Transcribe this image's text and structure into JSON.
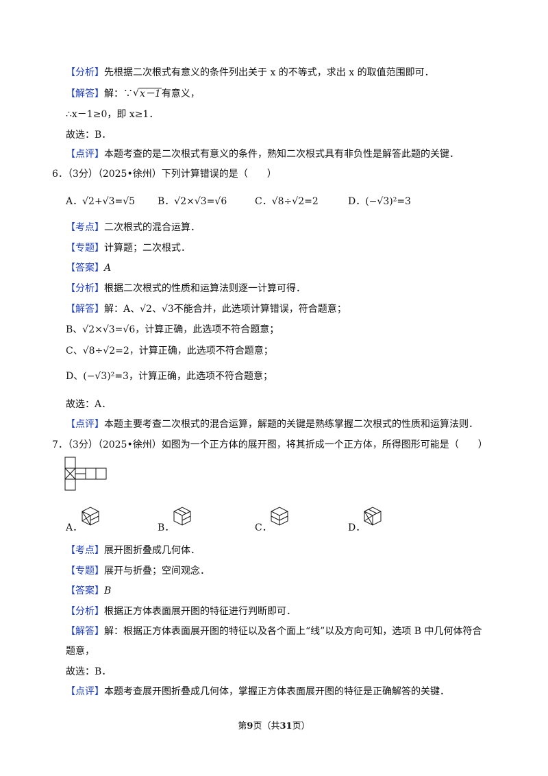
{
  "q5": {
    "analysis_tag": "【分析】",
    "analysis_text": "先根据二次根式有意义的条件列出关于 x 的不等式，求出 x 的取值范围即可．",
    "answer_tag": "【解答】",
    "answer_text_pre": "解：∵",
    "answer_radicand": "x－1",
    "answer_text_post": "有意义，",
    "line_therefore": "∴x－1≥0，即 x≥1．",
    "choice_line": "故选：B．",
    "comment_tag": "【点评】",
    "comment_text": "本题考查的是二次根式有意义的条件，熟知二次根式具有非负性是解答此题的关键．"
  },
  "q6": {
    "stem": "6．（3分）（2025•徐州）下列计算错误的是（　　）",
    "options": {
      "A": "A．√2+√3=√5",
      "B": "B．√2×√3=√6",
      "C": "C．√8÷√2=2",
      "D": "D．(−√3)²=3"
    },
    "kaodian_tag": "【考点】",
    "kaodian_text": "二次根式的混合运算．",
    "zhuanti_tag": "【专题】",
    "zhuanti_text": "计算题；二次根式．",
    "daan_tag": "【答案】",
    "daan_text": "A",
    "analysis_tag": "【分析】",
    "analysis_text": "根据二次根式的性质和运算法则逐一计算可得．",
    "answer_tag": "【解答】",
    "answer_A": "解：A、√2、√3不能合并，此选项计算错误，符合题意；",
    "answer_B": "B、√2×√3=√6，计算正确，此选项不符合题意；",
    "answer_C": "C、√8÷√2=2，计算正确，此选项不符合题意；",
    "answer_D": "D、(−√3)²=3，计算正确，此选项不符合题意；",
    "choice_line": "故选：A．",
    "comment_tag": "【点评】",
    "comment_text": "本题主要考查二次根式的混合运算，解题的关键是熟练掌握二次根式的性质和运算法则．"
  },
  "q7": {
    "stem": "7．（3分）（2025•徐州）如图为一个正方体的展开图，将其折成一个正方体，所得图形可能是（　　）",
    "option_labels": [
      "A．",
      "B．",
      "C．",
      "D．"
    ],
    "kaodian_tag": "【考点】",
    "kaodian_text": "展开图折叠成几何体．",
    "zhuanti_tag": "【专题】",
    "zhuanti_text": "展开与折叠；空间观念．",
    "daan_tag": "【答案】",
    "daan_text": "B",
    "analysis_tag": "【分析】",
    "analysis_text": "根据正方体表面展开图的特征进行判断即可．",
    "answer_tag": "【解答】",
    "answer_text_1": "解：根据正方体表面展开图的特征以及各个面上“线”以及方向可知，选项 B 中几何体符合",
    "answer_text_2": "题意，",
    "choice_line": "故选：B．",
    "comment_tag": "【点评】",
    "comment_text": "本题考查展开图折叠成几何体，掌握正方体表面展开图的特征是正确解答的关键．"
  },
  "footer": {
    "prefix": "第",
    "page": "9",
    "mid": "页（共",
    "total": "31",
    "suffix": "页）"
  }
}
